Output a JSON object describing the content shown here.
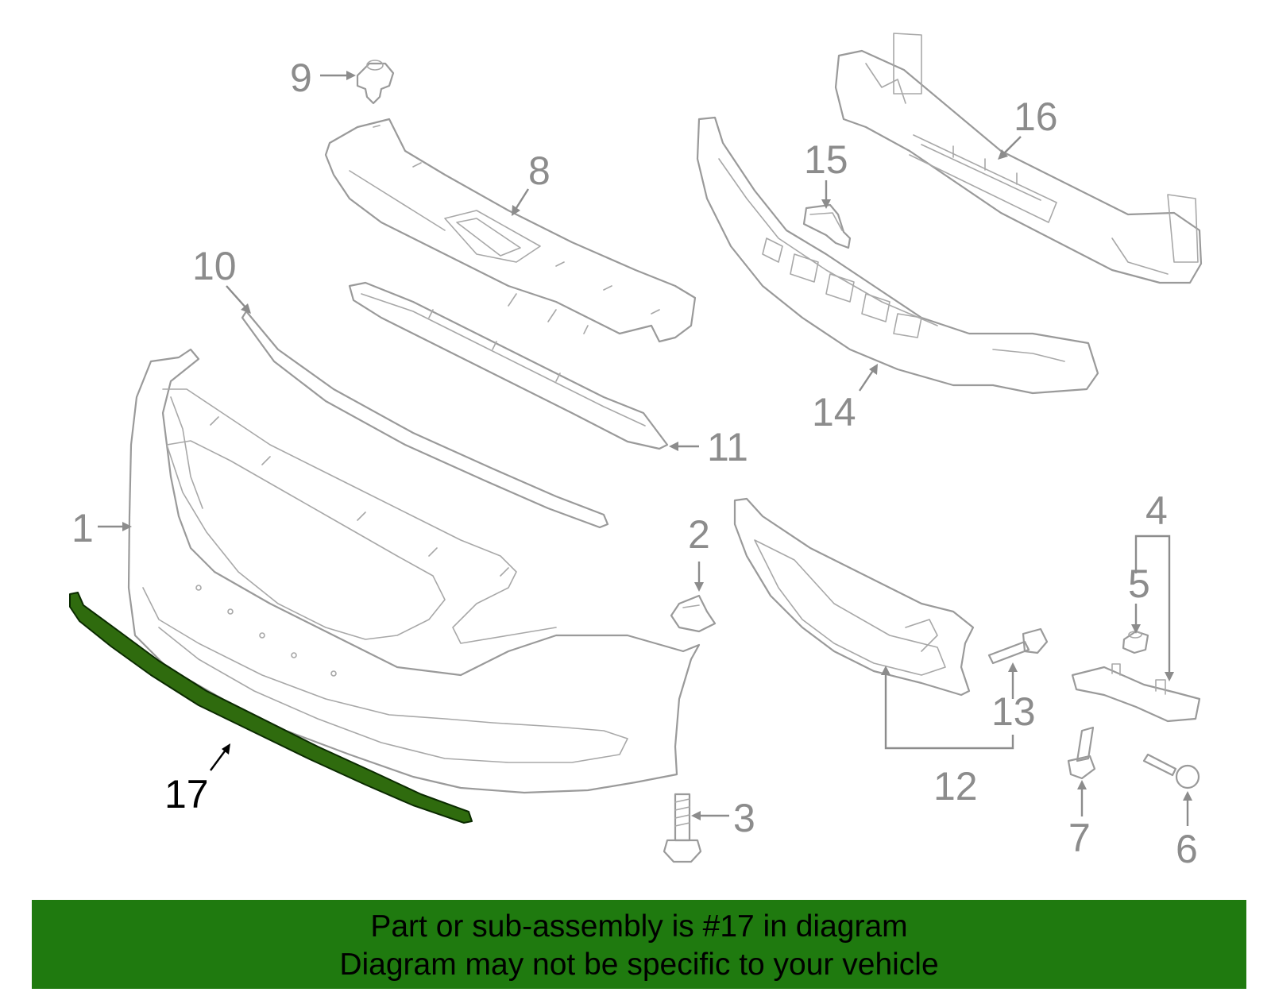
{
  "diagram": {
    "highlighted_part": "17",
    "highlight_color": "#2f6b0e",
    "labels": [
      "1",
      "2",
      "3",
      "4",
      "5",
      "6",
      "7",
      "8",
      "9",
      "10",
      "11",
      "12",
      "13",
      "14",
      "15",
      "16",
      "17"
    ]
  },
  "banner": {
    "line1": "Part or sub-assembly is #17 in diagram",
    "line2": "Diagram may not be specific to your vehicle",
    "color": "#1f7a0f"
  }
}
